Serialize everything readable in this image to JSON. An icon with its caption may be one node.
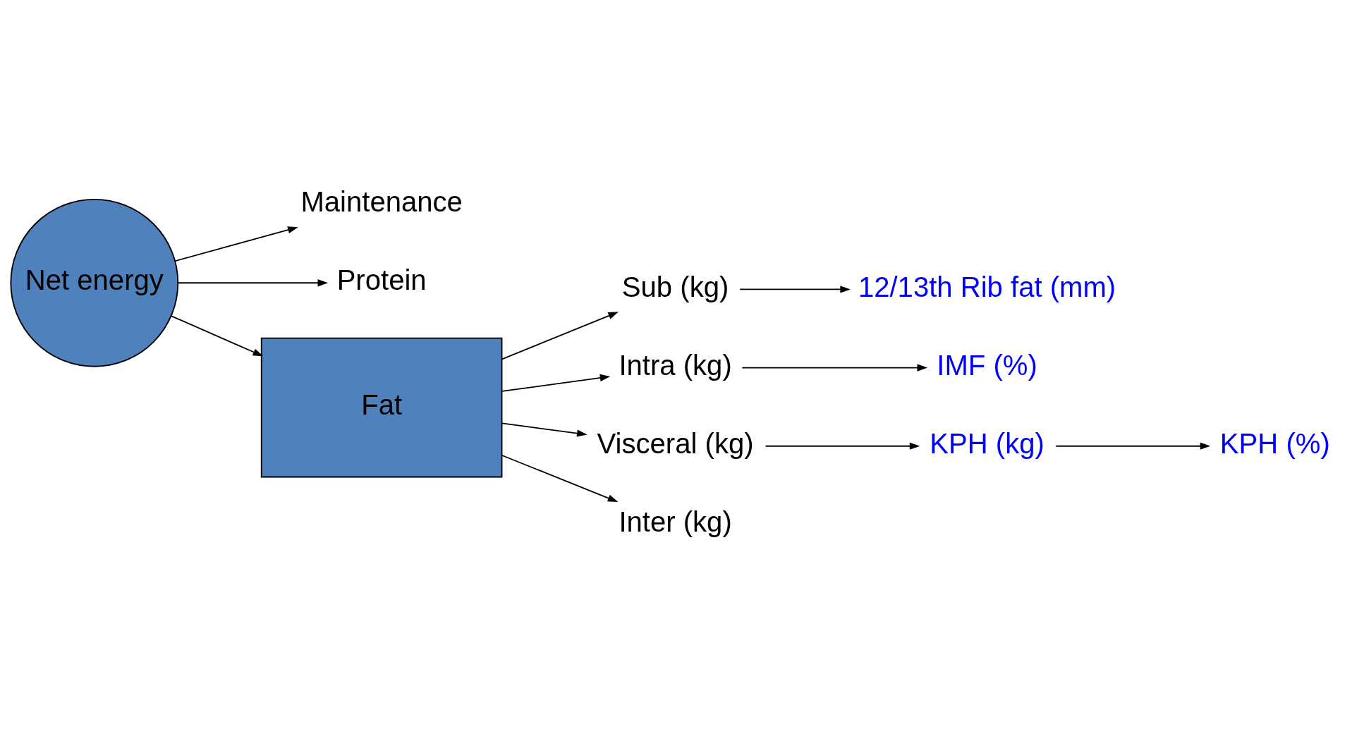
{
  "diagram": {
    "nodes": [
      {
        "text": [
          "Net energy"
        ]
      },
      {
        "text": [
          "Maintenance"
        ]
      },
      {
        "text": [
          "Protein"
        ]
      },
      {
        "text": [
          "Fat"
        ]
      },
      {
        "text": [
          "Sub (kg)"
        ]
      },
      {
        "text": [
          "Intra (kg)"
        ]
      },
      {
        "text": [
          "Visceral (kg)"
        ]
      },
      {
        "text": [
          "Inter (kg)"
        ]
      },
      {
        "text": [
          "12/13th Rib fat (mm)"
        ]
      },
      {
        "text": [
          "IMF (%)"
        ]
      },
      {
        "text": [
          "KPH (kg)"
        ]
      },
      {
        "text": [
          "KPH (%)"
        ]
      }
    ],
    "edges": [
      {
        "from": 0,
        "to": 1,
        "arrow": "to"
      },
      {
        "from": 0,
        "to": 2,
        "arrow": "to"
      },
      {
        "from": 0,
        "to": 3,
        "arrow": "to"
      },
      {
        "from": 3,
        "to": 4,
        "arrow": "to"
      },
      {
        "from": 3,
        "to": 5,
        "arrow": "to"
      },
      {
        "from": 3,
        "to": 6,
        "arrow": "to"
      },
      {
        "from": 3,
        "to": 7,
        "arrow": "to"
      },
      {
        "from": 4,
        "to": 8,
        "arrow": "to"
      },
      {
        "from": 5,
        "to": 9,
        "arrow": "to"
      },
      {
        "from": 6,
        "to": 10,
        "arrow": "to"
      },
      {
        "from": 10,
        "to": 11,
        "arrow": "to"
      }
    ]
  }
}
